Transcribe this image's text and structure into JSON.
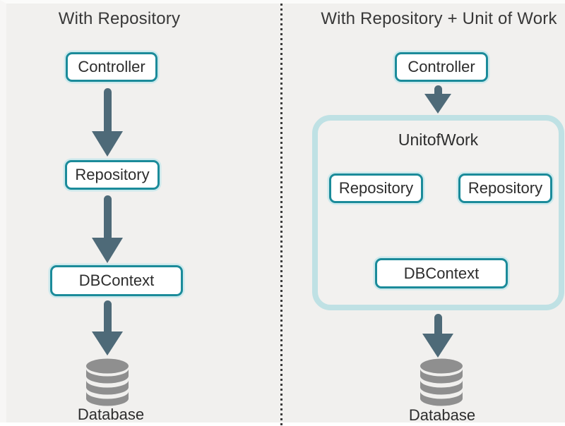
{
  "page": {
    "background_color": "#f1f0ee",
    "divider_style": "vertical-dotted",
    "divider_color": "#3c3c3c"
  },
  "colors": {
    "box_border_teal": "#1b8b9a",
    "box_glow": "#cde9ec",
    "arrow_slate": "#4e6a78",
    "unit_of_work_border": "#bfe1e4",
    "database_gray": "#8f8f8f",
    "text_dark": "#2d2d2d"
  },
  "icons": {
    "down_arrow": "solid slate down-arrow (rounded stem + triangle head)",
    "database": "gray stacked-cylinder database"
  },
  "left_panel": {
    "title": "With Repository",
    "nodes": {
      "controller": "Controller",
      "repository": "Repository",
      "dbcontext": "DBContext"
    },
    "database_label": "Database"
  },
  "right_panel": {
    "title": "With Repository + Unit of Work",
    "nodes": {
      "controller": "Controller",
      "unit_of_work": "UnitofWork",
      "repository_left": "Repository",
      "repository_right": "Repository",
      "dbcontext": "DBContext"
    },
    "database_label": "Database"
  }
}
